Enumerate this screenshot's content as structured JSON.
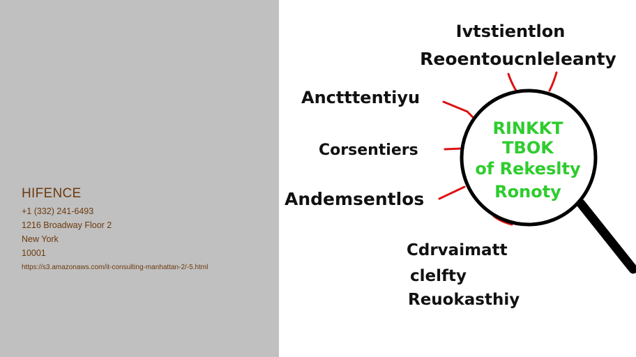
{
  "contact": {
    "brand": "HIFENCE",
    "phone": "+1 (332) 241-6493",
    "address_line1": "1216 Broadway Floor 2",
    "city": "New York",
    "zip": "10001",
    "url": "https://s3.amazonaws.com/it-consulting-manhattan-2/-5.html"
  },
  "illustration": {
    "labels": {
      "top1": "Ivtstientlon",
      "top2": "Reoentoucnleleanty",
      "left1": "Anctttentiyu",
      "left2": "Corsentiers",
      "left3": "Andemsentlos",
      "bottom1": "Cdrvaimatt",
      "bottom2": "clelfty",
      "bottom3": "Reuokasthiy"
    },
    "lens_lines": [
      "RINKKT",
      "TBOK",
      "of Rekeslty",
      "Ronoty"
    ],
    "colors": {
      "lens_text": "#2ecc2e",
      "connector": "#dd1111",
      "outline": "#000000"
    },
    "icon": "magnifying-glass-icon"
  }
}
